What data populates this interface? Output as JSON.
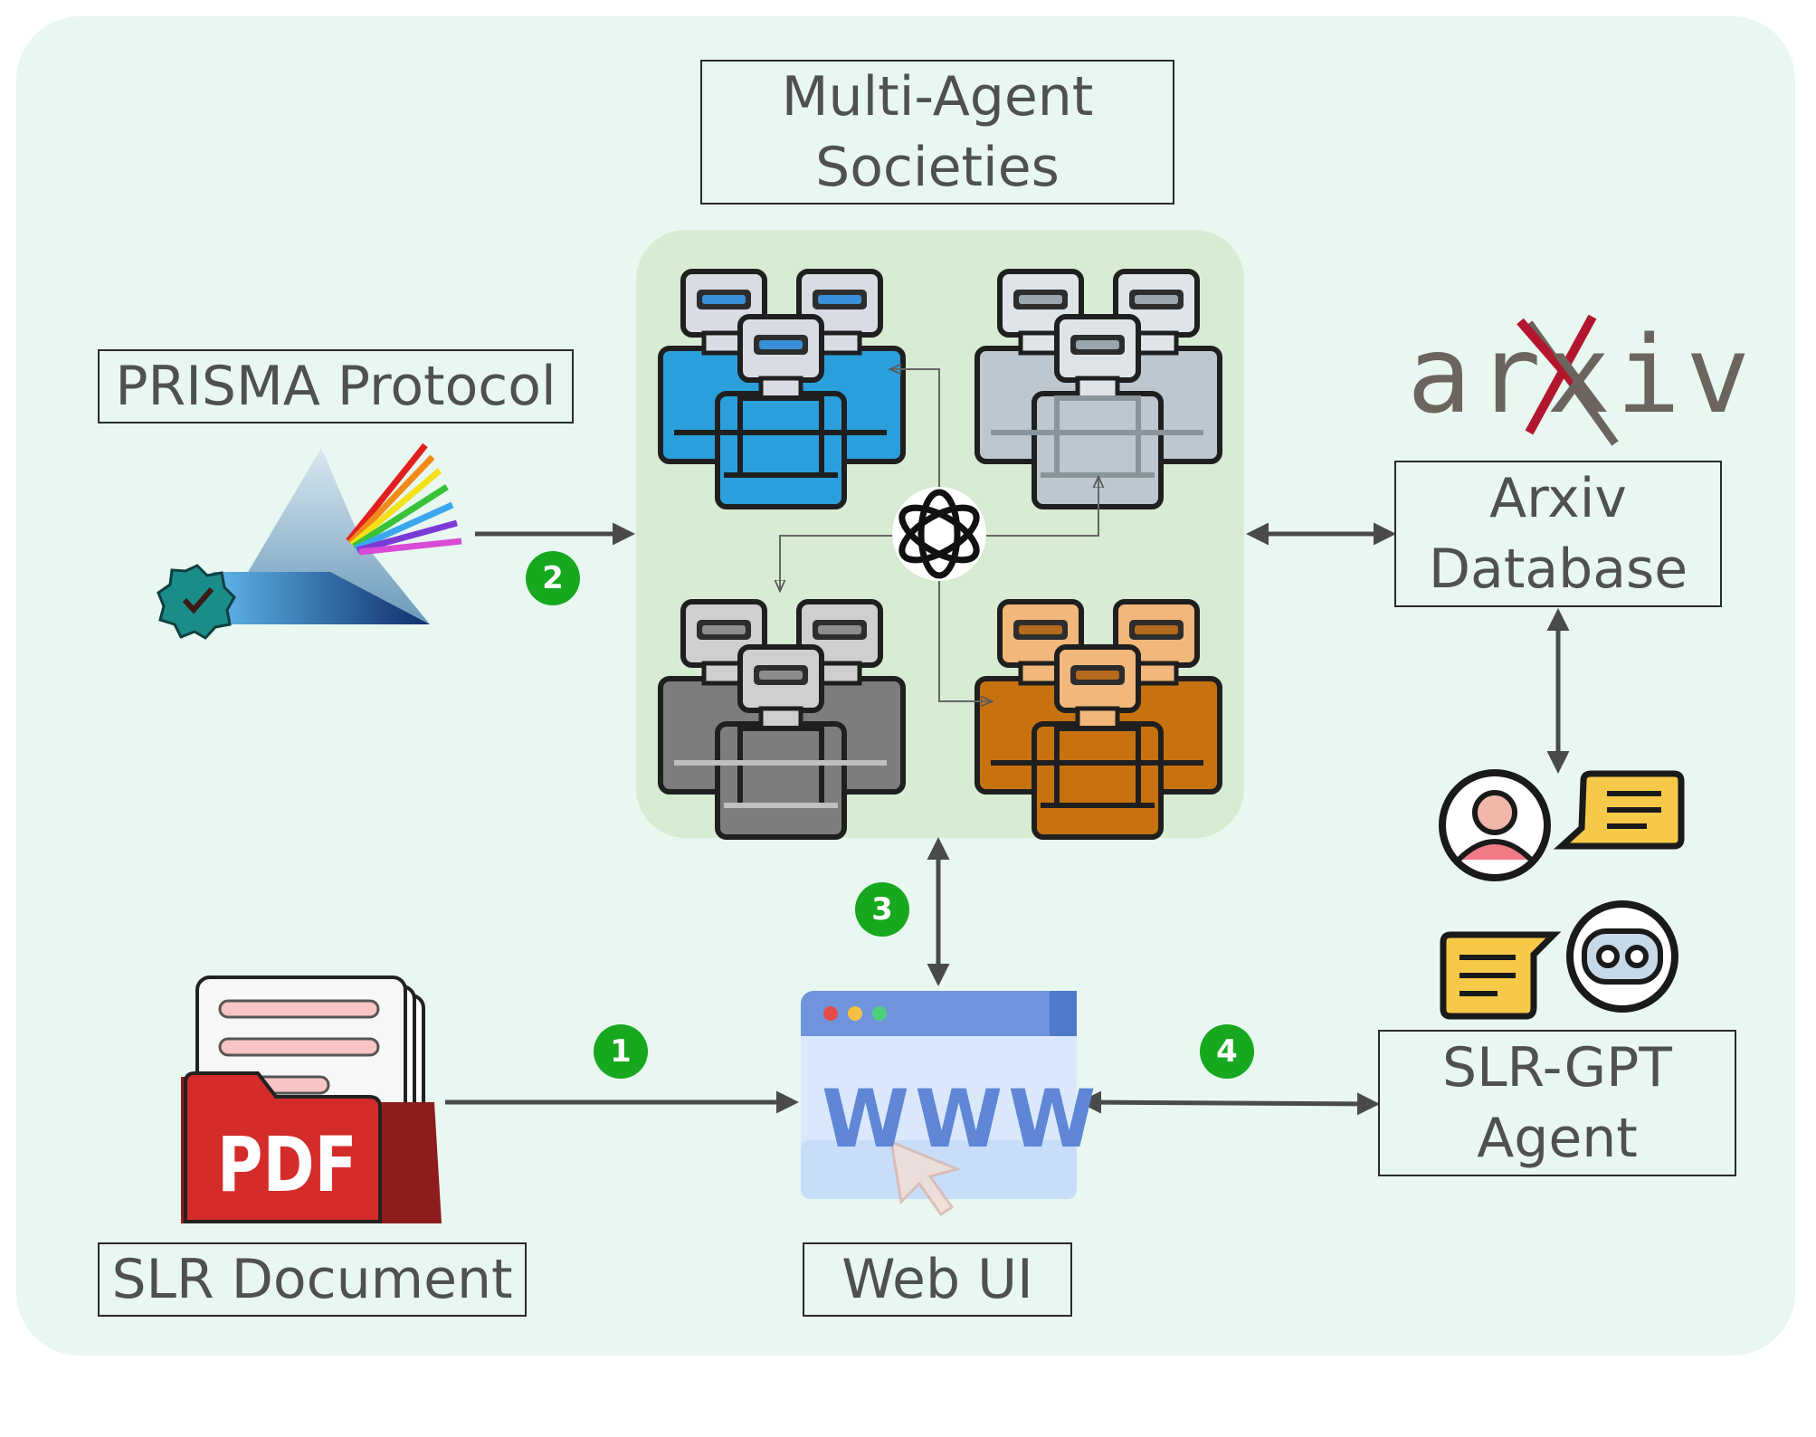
{
  "labels": {
    "multi_agent": "Multi-Agent\nSocieties",
    "prisma": "PRISMA Protocol",
    "arxiv_db": "Arxiv\nDatabase",
    "slr_document": "SLR Document",
    "web_ui": "Web UI",
    "slr_gpt": "SLR-GPT\nAgent"
  },
  "logos": {
    "arxiv": "arxiv",
    "pdf": "PDF",
    "www": "WWW"
  },
  "steps": [
    "1",
    "2",
    "3",
    "4"
  ],
  "colors": {
    "background": "#e8f7f0",
    "agent_panel": "#d8ebd3",
    "badge": "#17a81f",
    "robot_blue": "#2a9fdc",
    "robot_silver": "#bcc7cf",
    "robot_gray": "#7d7d7d",
    "robot_orange": "#c8720f",
    "pdf_red": "#d42b2b",
    "browser_blue": "#6f94dc"
  },
  "icons": [
    "prisma-prism-icon",
    "verified-badge-icon",
    "openai-logo-icon",
    "robot-group-icon",
    "user-avatar-icon",
    "chat-bubble-icon",
    "bot-avatar-icon",
    "pdf-file-icon",
    "browser-window-icon",
    "cursor-icon"
  ]
}
